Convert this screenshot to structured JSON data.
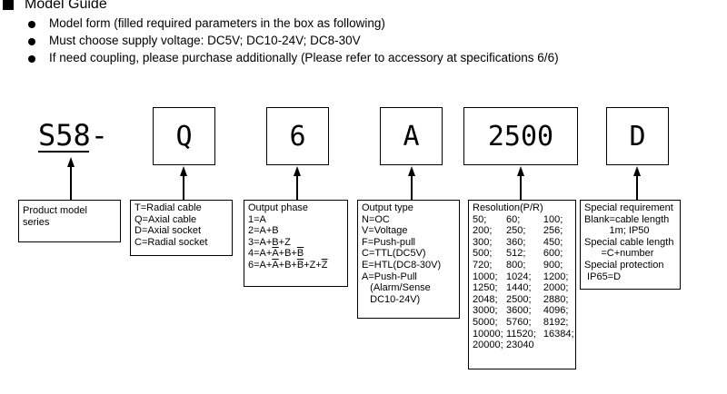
{
  "header": {
    "title": "Model Guide",
    "bullets": [
      "Model form (filled required parameters in the box as following)",
      "Must choose supply voltage:  DC5V; DC10-24V; DC8-30V",
      "If need coupling, please purchase additionally (Please refer to accessory at specifications 6/6)"
    ]
  },
  "code": {
    "prefix": "S58-",
    "fields": [
      "Q",
      "6",
      "A",
      "2500",
      "D"
    ]
  },
  "descriptions": {
    "product": [
      "Product model",
      "series"
    ],
    "cable": [
      "T=Radial cable",
      "Q=Axial cable",
      "D=Axial socket",
      "C=Radial socket"
    ],
    "phase": {
      "title": "Output phase",
      "l1": "1=A",
      "l2": "2=A+B",
      "l3": "3=A+B+Z",
      "l4": {
        "a": "4=A+",
        "b": "A",
        "c": "+B+",
        "d": "B"
      },
      "l5": {
        "a": "6=A+",
        "b": "A",
        "c": "+B+",
        "d": "B",
        "e": "+Z+",
        "f": "Z"
      }
    },
    "output_type": [
      "Output type",
      "N=OC",
      "V=Voltage",
      "F=Push-pull",
      "C=TTL(DC5V)",
      "E=HTL(DC8-30V)",
      "A=Push-Pull",
      "   (Alarm/Sense",
      "   DC10-24V)"
    ],
    "resolution": {
      "title": "Resolution(P/R)",
      "rows": [
        [
          "50;",
          "60;",
          "100;"
        ],
        [
          "200;",
          "250;",
          "256;"
        ],
        [
          "300;",
          "360;",
          "450;"
        ],
        [
          "500;",
          "512;",
          "600;"
        ],
        [
          "720;",
          "800;",
          "900;"
        ],
        [
          "1000;",
          "1024;",
          "1200;"
        ],
        [
          "1250;",
          "1440;",
          "2000;"
        ],
        [
          "2048;",
          "2500;",
          "2880;"
        ],
        [
          "3000;",
          "3600;",
          "4096;"
        ],
        [
          "5000;",
          "5760;",
          "8192;"
        ],
        [
          "10000;",
          "11520;",
          "16384;"
        ],
        [
          "20000;",
          "23040",
          ""
        ]
      ]
    },
    "special": [
      "Special requirement",
      "Blank=cable length",
      "         1m; IP50",
      "Special cable length",
      "      =C+number",
      "Special protection",
      " IP65=D"
    ]
  }
}
